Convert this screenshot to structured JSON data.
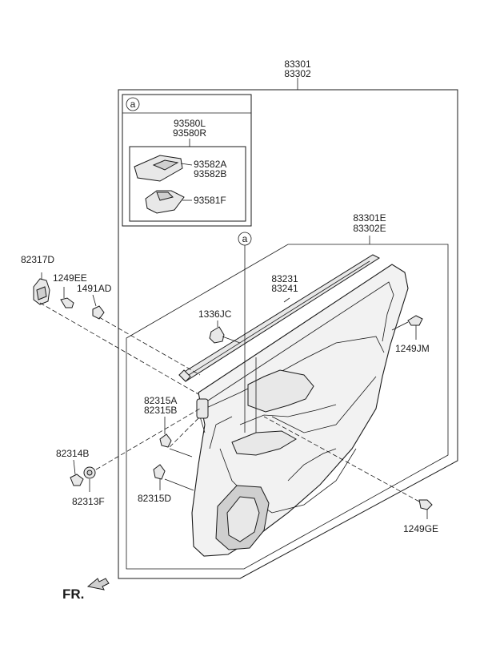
{
  "detail": {
    "marker": "a"
  },
  "front": {
    "label": "FR."
  },
  "labels": {
    "p83301": "83301",
    "p83302": "83302",
    "p93580L": "93580L",
    "p93580R": "93580R",
    "p93582A": "93582A",
    "p93582B": "93582B",
    "p93581F": "93581F",
    "p83301E": "83301E",
    "p83302E": "83302E",
    "p83231": "83231",
    "p83241": "83241",
    "p82317D": "82317D",
    "p1249EE": "1249EE",
    "p1491AD": "1491AD",
    "p1336JC": "1336JC",
    "p1249JM": "1249JM",
    "p82315A": "82315A",
    "p82315B": "82315B",
    "p82314B": "82314B",
    "p82313F": "82313F",
    "p82315D": "82315D",
    "p1249GE": "1249GE"
  }
}
